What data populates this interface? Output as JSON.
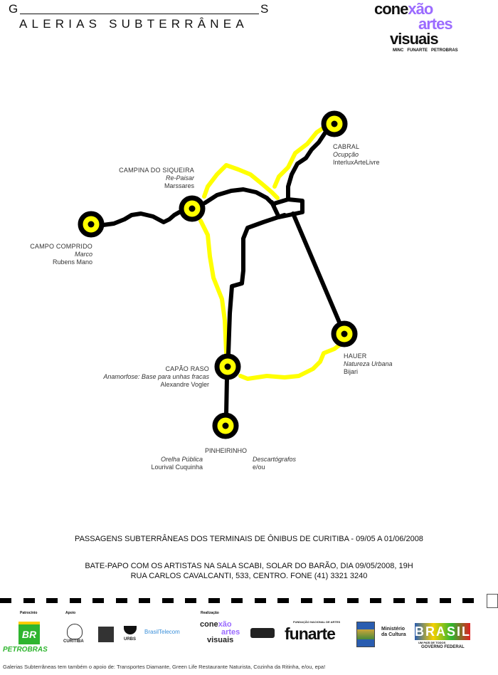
{
  "header": {
    "title_first": "G",
    "title_last": "S",
    "title_rest": "ALERIAS SUBTERRÂNEA"
  },
  "logo": {
    "line1a": "cone",
    "line1b": "xão",
    "line2": "artes",
    "line3": "visuais",
    "sub": "MINC   FUNARTE   PETROBRAS"
  },
  "colors": {
    "line_black": "#000000",
    "line_yellow": "#ffff00",
    "accent_purple": "#9b6bff"
  },
  "stations": [
    {
      "name": "CABRAL",
      "work": "Ocupção",
      "artist": "InterluxArteLivre"
    },
    {
      "name": "CAMPINA DO SIQUEIRA",
      "work": "Re-Paisar",
      "artist": "Marssares"
    },
    {
      "name": "CAMPO COMPRIDO",
      "work": "Marco",
      "artist": "Rubens Mano"
    },
    {
      "name": "HAUER",
      "work": "Natureza Urbana",
      "artist": "Bijari"
    },
    {
      "name": "CAPÃO RASO",
      "work": "Anamorfose: Base para unhas fracas",
      "artist": "Alexandre Vogler"
    },
    {
      "name": "PINHEIRINHO",
      "work": "Orelha Pública",
      "artist": "Lourival Cuquinha",
      "work2": "Descartógrafos",
      "artist2": "e/ou"
    }
  ],
  "info": {
    "line1": "PASSAGENS SUBTERRÂNEAS DOS TERMINAIS DE ÔNIBUS DE CURITIBA - 09/05 A 01/06/2008",
    "line2": "BATE-PAPO COM OS ARTISTAS NA SALA SCABI, SOLAR DO BARÃO, DIA  09/05/2008, 19H",
    "line3": "RUA CARLOS CAVALCANTI, 533, CENTRO. FONE (41) 3321 3240"
  },
  "sponsors": {
    "patrocinio": "Patrocínio",
    "apoio": "Apoio",
    "realizacao": "Realização",
    "petrobras": "PETROBRAS",
    "br": "BR",
    "curitiba": "CURITIBA",
    "urbs": "URBS",
    "brasiltelecom": "BrasilTelecom",
    "funarte_top": "FUNDAÇÃO NACIONAL DE ARTES",
    "funarte": "funarte",
    "ministerio": "Ministério da Cultura",
    "brasil": "BRASIL",
    "governo": "GOVERNO FEDERAL",
    "umpais": "UM PAÍS DE TODOS"
  },
  "footer": "Galerias Subterrâneas tem também o apoio de: Transportes Diamante, Green Life Restaurante Naturista, Cozinha da Ritinha, e/ou, epa!"
}
